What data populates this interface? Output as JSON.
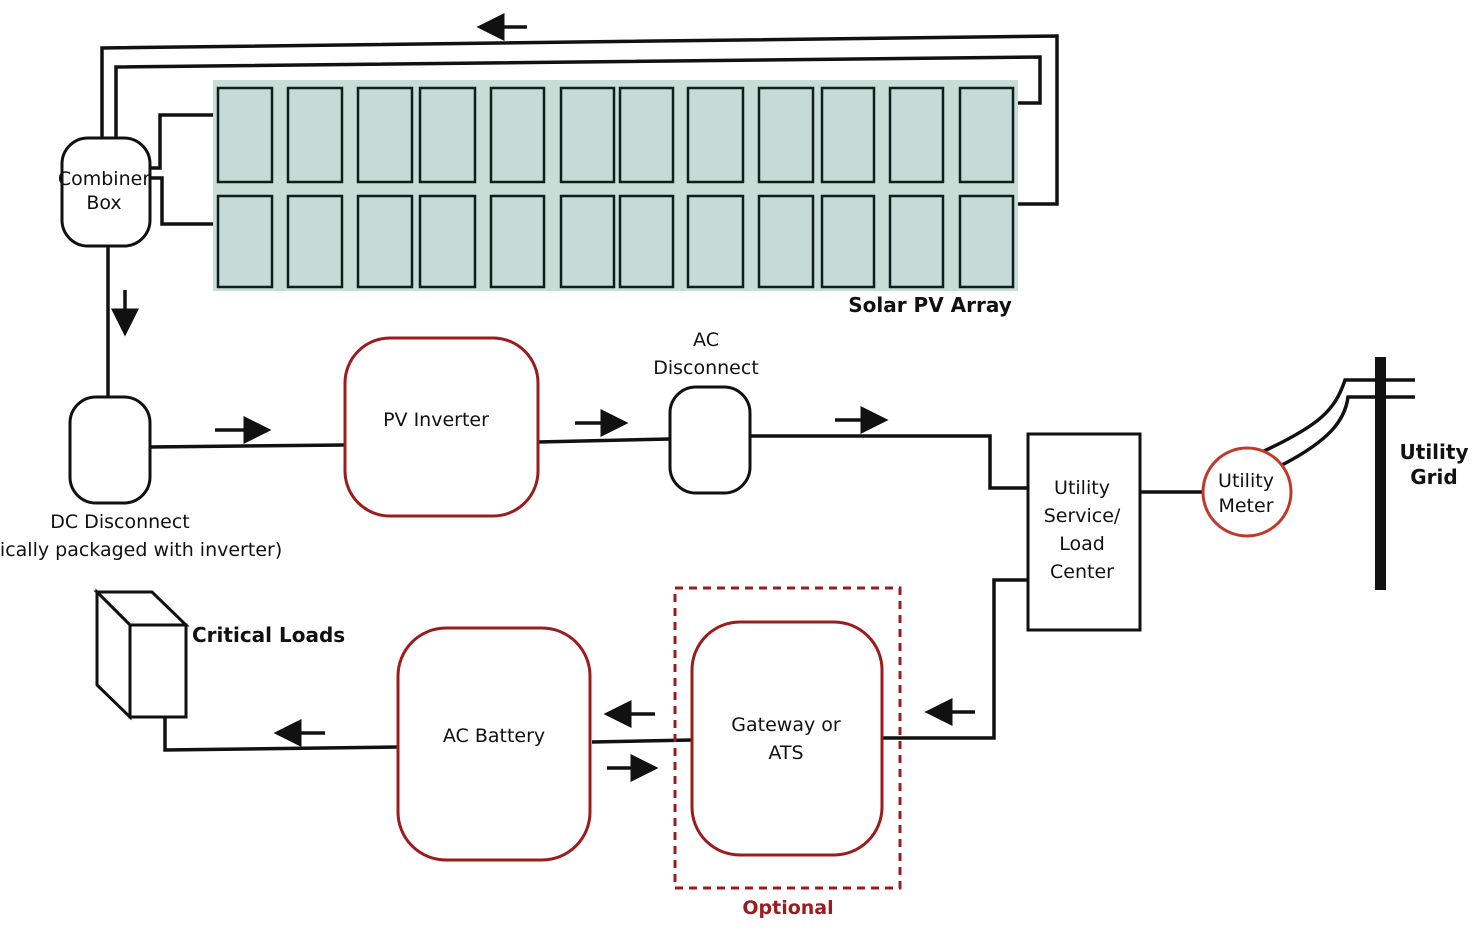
{
  "labels": {
    "combiner_box": [
      "Combiner",
      "Box"
    ],
    "solar_array": "Solar PV Array",
    "dc_disconnect": "DC Disconnect",
    "dc_disconnect_note": "(typically packaged with inverter)",
    "pv_inverter": "PV Inverter",
    "ac_disconnect": [
      "AC",
      "Disconnect"
    ],
    "utility_service": [
      "Utility",
      "Service/",
      "Load",
      "Center"
    ],
    "utility_meter": [
      "Utility",
      "Meter"
    ],
    "utility_grid": [
      "Utility",
      "Grid"
    ],
    "critical_loads": "Critical Loads",
    "ac_battery": "AC Battery",
    "gateway": [
      "Gateway or",
      "ATS"
    ],
    "optional": "Optional"
  },
  "colors": {
    "component_outline": "#9b1c1c",
    "meter_outline": "#c0392b",
    "panel_fill": "#c6dbd5",
    "optional_text": "#9b1c1c"
  }
}
